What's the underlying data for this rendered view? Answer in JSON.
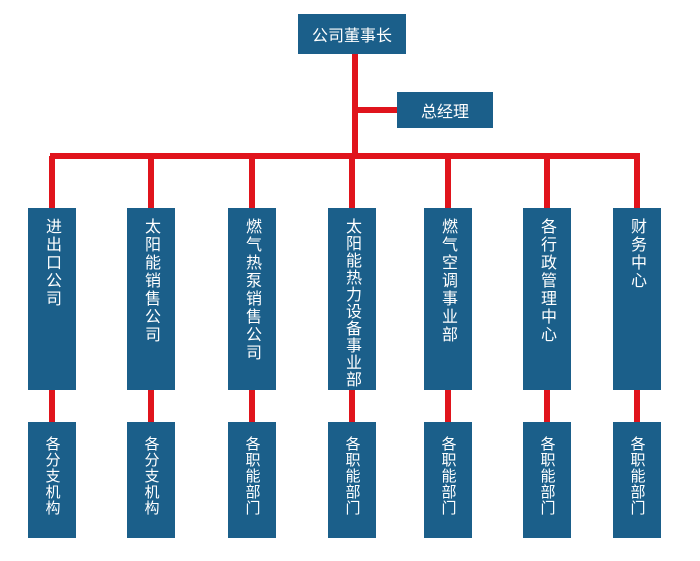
{
  "chairman": {
    "label": "公司董事长"
  },
  "general_manager": {
    "label": "总经理"
  },
  "departments": [
    {
      "label": "进出口公司",
      "sub": "各分支机构"
    },
    {
      "label": "太阳能销售公司",
      "sub": "各分支机构"
    },
    {
      "label": "燃气热泵销售公司",
      "sub": "各职能部门"
    },
    {
      "label": "太阳能热力设备事业部",
      "sub": "各职能部门"
    },
    {
      "label": "燃气空调事业部",
      "sub": "各职能部门"
    },
    {
      "label": "各行政管理中心",
      "sub": "各职能部门"
    },
    {
      "label": "财务中心",
      "sub": "各职能部门"
    }
  ],
  "colors": {
    "box": "#1b5f8a",
    "line": "#e0141c",
    "text": "#ffffff"
  }
}
